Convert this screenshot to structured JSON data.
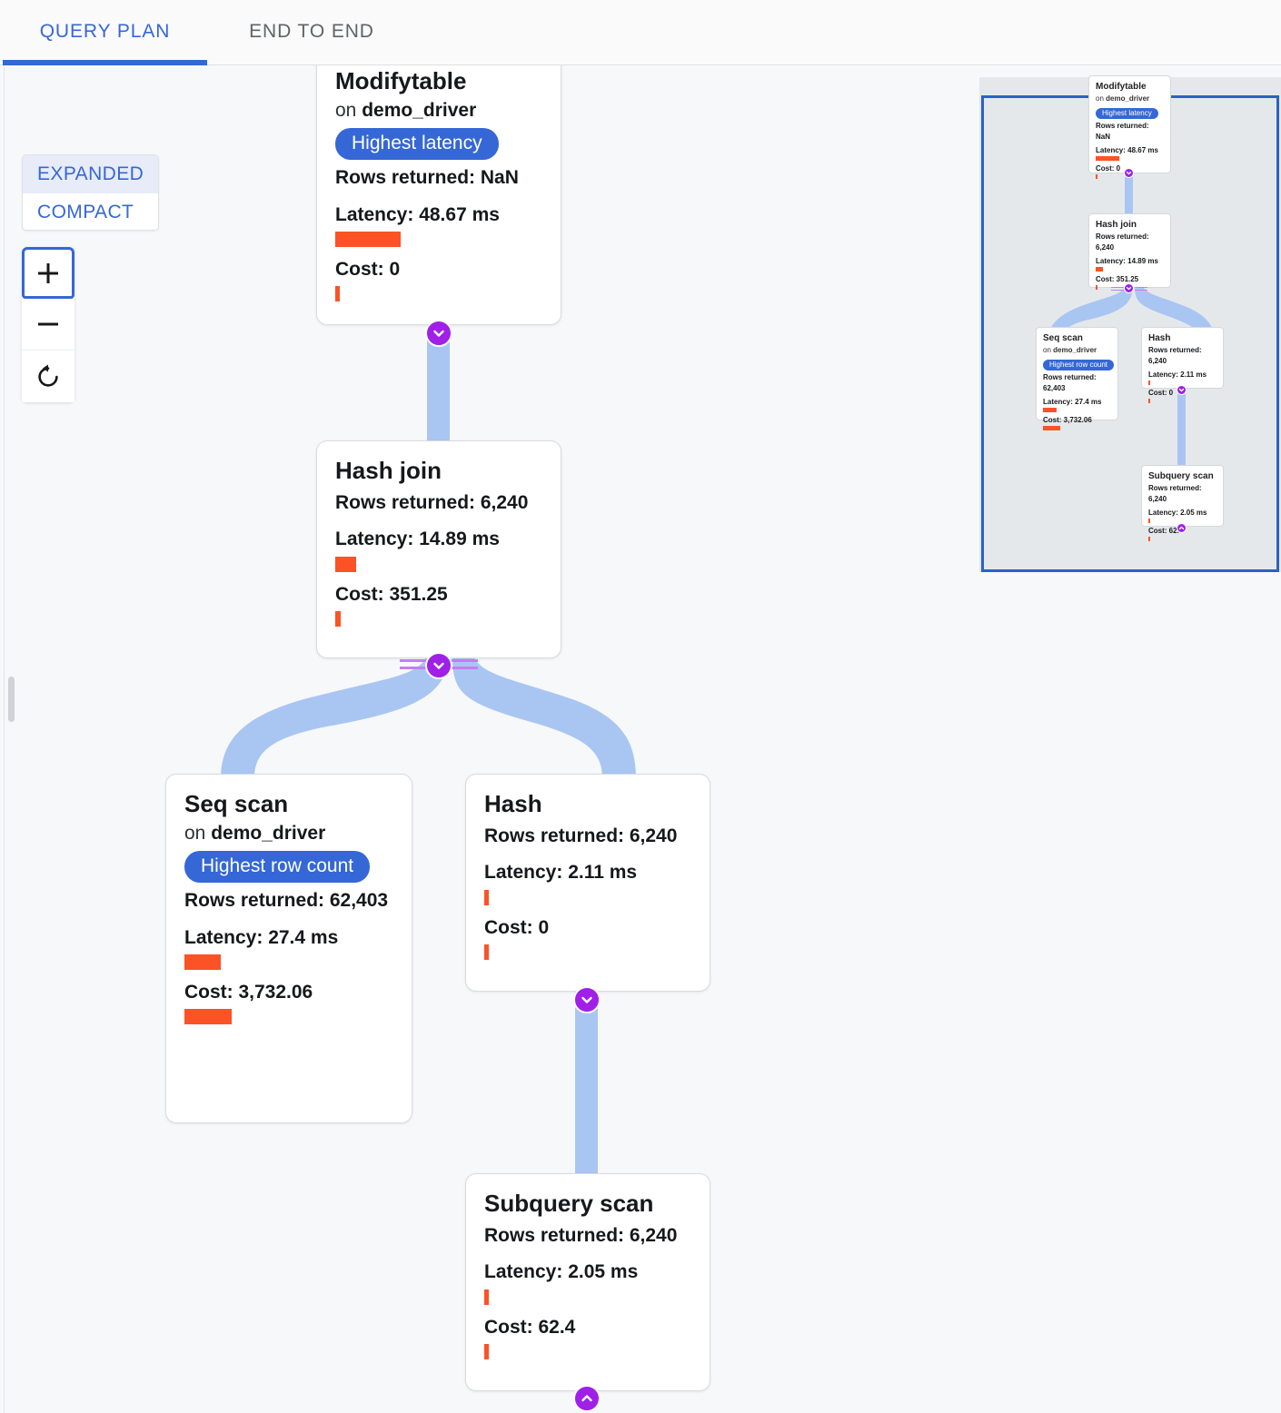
{
  "tabs": [
    {
      "id": "query-plan",
      "label": "QUERY PLAN",
      "active": true
    },
    {
      "id": "end-to-end",
      "label": "END TO END",
      "active": false
    }
  ],
  "controls": {
    "mode": {
      "expanded_label": "EXPANDED",
      "compact_label": "COMPACT",
      "selected": "EXPANDED"
    },
    "zoom": {
      "zoom_in_label": "+",
      "zoom_out_label": "−",
      "reset_label": "Reset view"
    }
  },
  "colors": {
    "accent_blue": "#3567d6",
    "edge_blue": "#a9c6f2",
    "bar_orange": "#fb5226",
    "chevron_purple": "#a020e8",
    "minimap_bg": "#e5e8eb",
    "canvas_bg": "#f7f8fa"
  },
  "labels": {
    "rows_prefix": "Rows returned: ",
    "latency_prefix": "Latency: ",
    "cost_prefix": "Cost: ",
    "on_prefix": "on "
  },
  "nodes": [
    {
      "id": "modifytable",
      "title": "Modifytable",
      "relation_prefix": "on ",
      "relation": "demo_driver",
      "badge": "Highest latency",
      "rows": "Rows returned: NaN",
      "latency": "Latency: 48.67 ms",
      "latency_bar_width": 72,
      "cost": "Cost: 0",
      "cost_bar_width": 5
    },
    {
      "id": "hash-join",
      "title": "Hash join",
      "relation_prefix": "",
      "relation": "",
      "badge": "",
      "rows": "Rows returned: 6,240",
      "latency": "Latency: 14.89 ms",
      "latency_bar_width": 23,
      "cost": "Cost: 351.25",
      "cost_bar_width": 6
    },
    {
      "id": "seq-scan",
      "title": "Seq scan",
      "relation_prefix": "on ",
      "relation": "demo_driver",
      "badge": "Highest row count",
      "rows": "Rows returned: 62,403",
      "latency": "Latency: 27.4 ms",
      "latency_bar_width": 40,
      "cost": "Cost: 3,732.06",
      "cost_bar_width": 52
    },
    {
      "id": "hash",
      "title": "Hash",
      "relation_prefix": "",
      "relation": "",
      "badge": "",
      "rows": "Rows returned: 6,240",
      "latency": "Latency: 2.11 ms",
      "latency_bar_width": 5,
      "cost": "Cost: 0",
      "cost_bar_width": 5
    },
    {
      "id": "subquery-scan",
      "title": "Subquery scan",
      "relation_prefix": "",
      "relation": "",
      "badge": "",
      "rows": "Rows returned: 6,240",
      "latency": "Latency: 2.05 ms",
      "latency_bar_width": 5,
      "cost": "Cost: 62.4",
      "cost_bar_width": 5
    }
  ],
  "minimap": {
    "nodes": [
      {
        "id": "mm-modifytable",
        "title": "Modifytable",
        "relation_prefix": "on ",
        "relation": "demo_driver",
        "badge": "Highest latency",
        "rows": "Rows returned: NaN",
        "latency": "Latency: 48.67 ms",
        "latency_bar_width": 26,
        "cost": "Cost: 0",
        "cost_bar_width": 2
      },
      {
        "id": "mm-hash-join",
        "title": "Hash join",
        "relation_prefix": "",
        "relation": "",
        "badge": "",
        "rows": "Rows returned: 6,240",
        "latency": "Latency: 14.89 ms",
        "latency_bar_width": 8,
        "cost": "Cost: 351.25",
        "cost_bar_width": 2
      },
      {
        "id": "mm-seq-scan",
        "title": "Seq scan",
        "relation_prefix": "on ",
        "relation": "demo_driver",
        "badge": "Highest row count",
        "rows": "Rows returned: 62,403",
        "latency": "Latency: 27.4 ms",
        "latency_bar_width": 15,
        "cost": "Cost: 3,732.06",
        "cost_bar_width": 19
      },
      {
        "id": "mm-hash",
        "title": "Hash",
        "relation_prefix": "",
        "relation": "",
        "badge": "",
        "rows": "Rows returned: 6,240",
        "latency": "Latency: 2.11 ms",
        "latency_bar_width": 2,
        "cost": "Cost: 0",
        "cost_bar_width": 2
      },
      {
        "id": "mm-subquery-scan",
        "title": "Subquery scan",
        "relation_prefix": "",
        "relation": "",
        "badge": "",
        "rows": "Rows returned: 6,240",
        "latency": "Latency: 2.05 ms",
        "latency_bar_width": 2,
        "cost": "Cost: 62.4",
        "cost_bar_width": 2
      }
    ]
  }
}
